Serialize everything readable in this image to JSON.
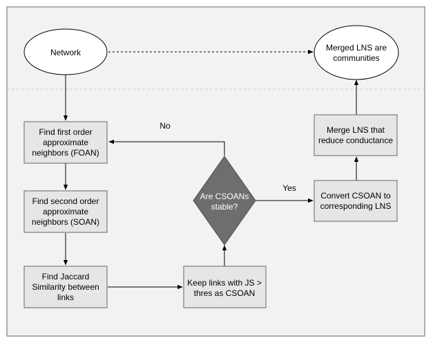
{
  "nodes": {
    "network": "Network",
    "merged": [
      "Merged LNS are",
      "communities"
    ],
    "foan": [
      "Find first order",
      "approximate",
      "neighbors (FOAN)"
    ],
    "soan": [
      "Find second order",
      "approximate",
      "neighbors (SOAN)"
    ],
    "jaccard": [
      "Find Jaccard",
      "Similarity between",
      "links"
    ],
    "keep": [
      "Keep links with JS >",
      "thres as CSOAN"
    ],
    "stable": [
      "Are CSOANs",
      "stable?"
    ],
    "convert": [
      "Convert CSOAN to",
      "corresponding LNS"
    ],
    "merge": [
      "Merge LNS that",
      "reduce conductance"
    ]
  },
  "edge_labels": {
    "no": "No",
    "yes": "Yes"
  },
  "colors": {
    "background": "#f2f2f2",
    "box_fill": "#e6e6e6",
    "box_stroke": "#666666",
    "diamond_fill": "#6e6e6e",
    "edge": "#000000"
  }
}
